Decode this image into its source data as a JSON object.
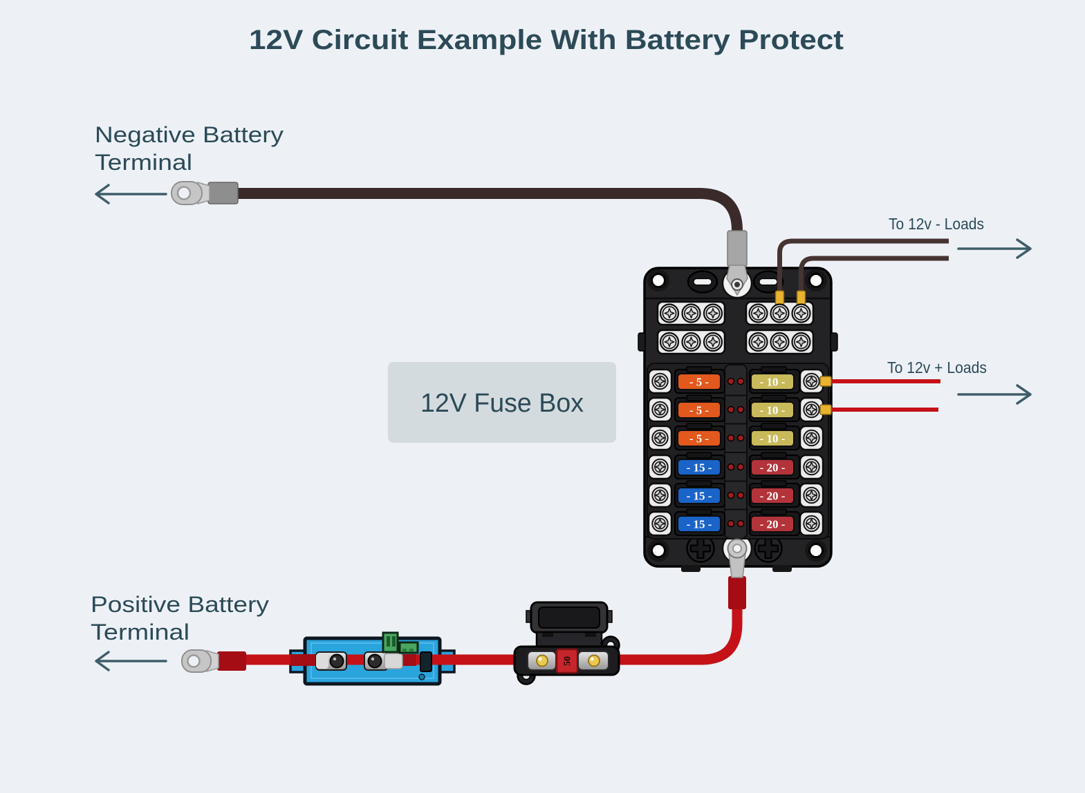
{
  "title": "12V Circuit Example With Battery Protect",
  "labels": {
    "negative_terminal_line1": "Negative Battery",
    "negative_terminal_line2": "Terminal",
    "positive_terminal_line1": "Positive Battery",
    "positive_terminal_line2": "Terminal",
    "to_12v_negative_loads": "To 12v - Loads",
    "to_12v_positive_loads": "To 12v + Loads",
    "fuse_box_label": "12V Fuse Box"
  },
  "fuse_box": {
    "left_fuses": [
      "- 5 -",
      "- 5 -",
      "- 5 -",
      "- 15 -",
      "- 15 -",
      "- 15 -"
    ],
    "right_fuses": [
      "- 10 -",
      "- 10 -",
      "- 10 -",
      "- 20 -",
      "- 20 -",
      "- 20 -"
    ],
    "left_fuse_colors": [
      "#e2581d",
      "#e2581d",
      "#e2581d",
      "#1a63c8",
      "#1a63c8",
      "#1a63c8"
    ],
    "right_fuse_colors": [
      "#c8b95a",
      "#c8b95a",
      "#c8b95a",
      "#b3333a",
      "#b3333a",
      "#b3333a"
    ]
  },
  "inline_fuse_label": "50",
  "colors": {
    "background": "#edf1f6",
    "heading_text": "#2c4a57",
    "arrow": "#3e5d69",
    "negative_wire": "#3a2a29",
    "negative_load_wire": "#463432",
    "positive_wire": "#c51118",
    "positive_sleeve": "#a30d13",
    "label_box_bg": "#d4dbdf",
    "battery_protect_body": "#2aa4dd",
    "connector_yellow": "#e9b22f"
  }
}
